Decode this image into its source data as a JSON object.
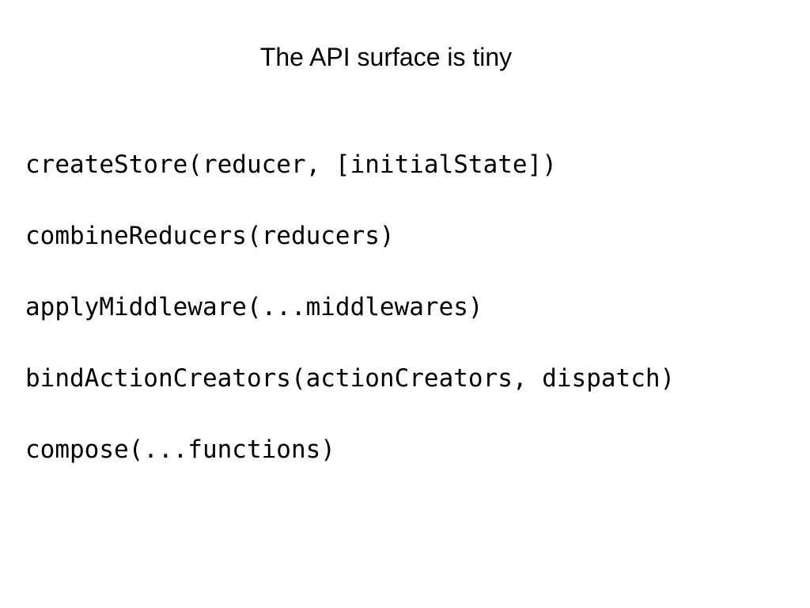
{
  "slide": {
    "title": "The API surface is tiny",
    "api_functions": [
      "createStore(reducer, [initialState])",
      "combineReducers(reducers)",
      "applyMiddleware(...middlewares)",
      "bindActionCreators(actionCreators, dispatch)",
      "compose(...functions)"
    ]
  }
}
